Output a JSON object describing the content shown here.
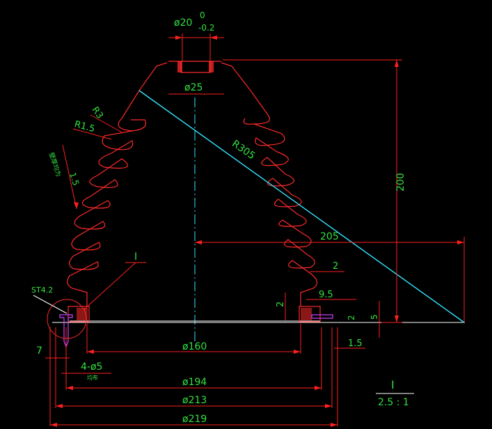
{
  "labels": {
    "dia_top": "ø20",
    "tol_upper": "0",
    "tol_lower": "-0.2",
    "dia_25": "ø25",
    "r3": "R3",
    "r15": "R1.5",
    "wall_note": "壁厚均为",
    "wall_val": "1.5",
    "r305": "R305",
    "h200": "200",
    "w205": "205",
    "d2": "2",
    "d95": "9.5",
    "d2b": "2",
    "d2c": "2",
    "d5": "5",
    "d15": "1.5",
    "st42": "ST4.2",
    "callout_i": "I",
    "d7": "7",
    "holes": "4-ø5",
    "holes_sub": "均布",
    "dia_160": "ø160",
    "dia_194": "ø194",
    "dia_213": "ø213",
    "dia_219": "ø219",
    "detail_label": "I",
    "detail_scale": "2.5 : 1"
  },
  "colors": {
    "outline": "#ff2a2a",
    "dimension": "#33e040",
    "centerline": "#33e6ff",
    "base": "#ffffff",
    "screw": "#cc44ff"
  }
}
